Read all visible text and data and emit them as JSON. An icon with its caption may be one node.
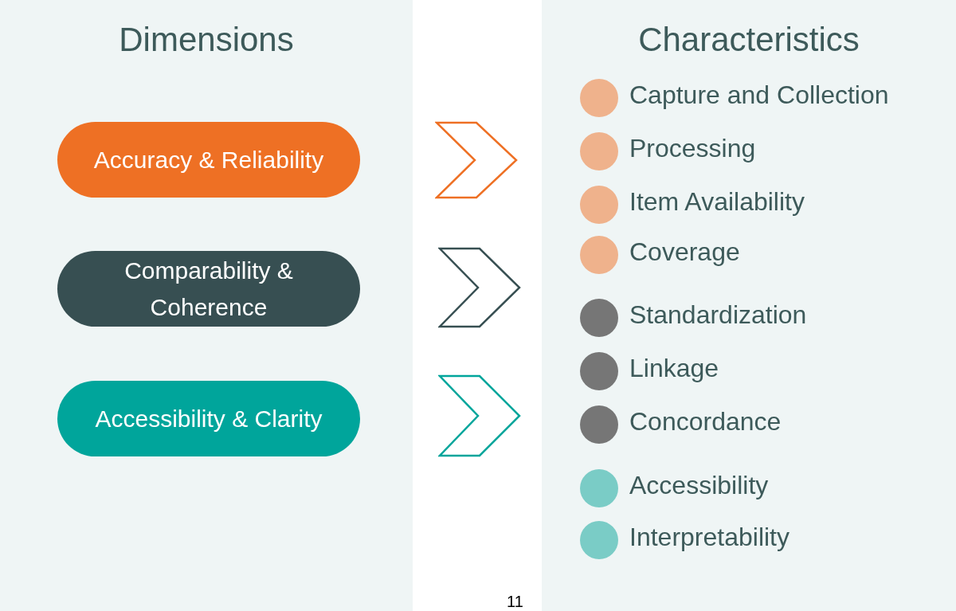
{
  "diagram": {
    "nodes": [
      {
        "text": [
          "Dimensions"
        ]
      },
      {
        "text": [
          "Accuracy & Reliability"
        ],
        "in": 0
      },
      {
        "text": [
          "Comparability & Coherence"
        ],
        "in": 0
      },
      {
        "text": [
          "Accessibility & Clarity"
        ],
        "in": 0
      },
      {
        "text": [],
        "shape": "chevron"
      },
      {
        "text": [],
        "shape": "chevron"
      },
      {
        "text": [],
        "shape": "chevron"
      },
      {
        "text": [
          "Characteristics"
        ]
      },
      {
        "text": [],
        "shape": "circle",
        "beside": [
          "Capture and Collection"
        ],
        "in": 7
      },
      {
        "text": [],
        "shape": "circle",
        "beside": [
          "Processing"
        ],
        "in": 7
      },
      {
        "text": [],
        "shape": "circle",
        "beside": [
          "Item Availability"
        ],
        "in": 7
      },
      {
        "text": [],
        "shape": "circle",
        "beside": [
          "Coverage"
        ],
        "in": 7
      },
      {
        "text": [],
        "shape": "circle",
        "beside": [
          "Standardization"
        ],
        "in": 7
      },
      {
        "text": [],
        "shape": "circle",
        "beside": [
          "Linkage"
        ],
        "in": 7
      },
      {
        "text": [],
        "shape": "circle",
        "beside": [
          "Concordance"
        ],
        "in": 7
      },
      {
        "text": [],
        "shape": "circle",
        "beside": [
          "Accessibility"
        ],
        "in": 7
      },
      {
        "text": [],
        "shape": "circle",
        "beside": [
          "Interpretability"
        ],
        "in": 7
      }
    ],
    "labels": [
      "11"
    ]
  }
}
